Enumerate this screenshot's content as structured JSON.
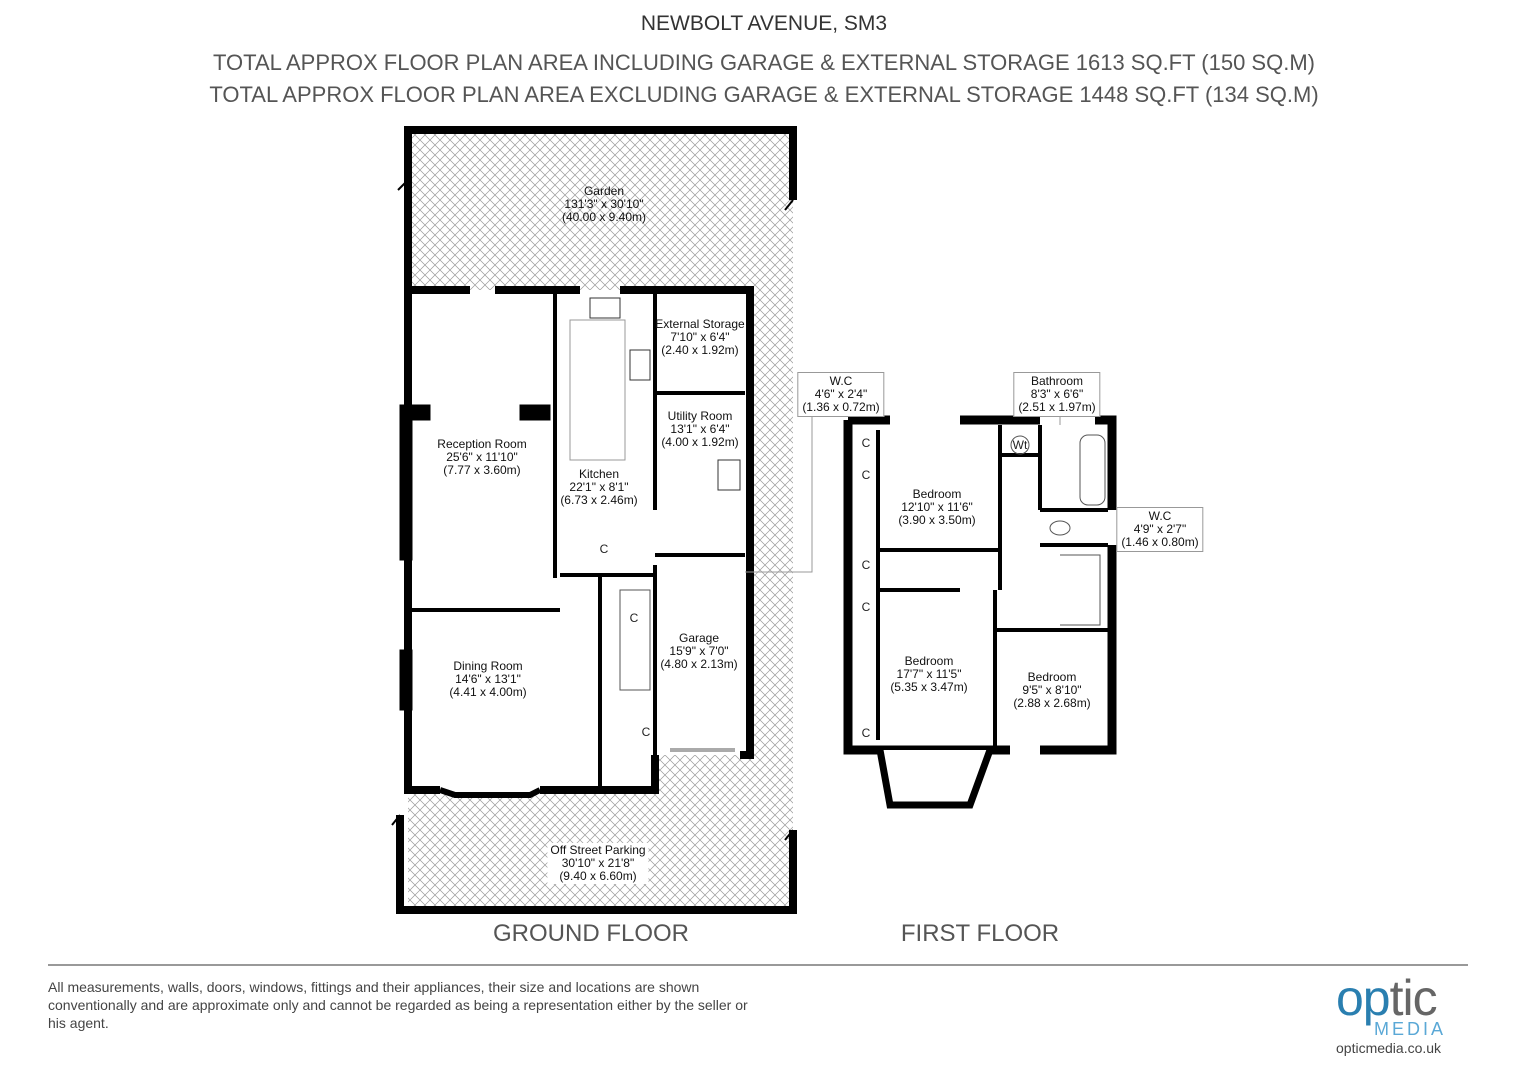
{
  "header": {
    "title": "NEWBOLT AVENUE, SM3",
    "area_including": "TOTAL APPROX FLOOR PLAN AREA INCLUDING GARAGE & EXTERNAL STORAGE 1613 SQ.FT (150 SQ.M)",
    "area_excluding": "TOTAL APPROX FLOOR PLAN AREA EXCLUDING GARAGE & EXTERNAL STORAGE 1448 SQ.FT (134 SQ.M)"
  },
  "ground_floor": {
    "label": "GROUND FLOOR",
    "rooms": [
      {
        "name": "Garden",
        "imperial": "131'3\" x 30'10\"",
        "metric": "(40.00 x 9.40m)"
      },
      {
        "name": "External Storage",
        "imperial": "7'10\" x 6'4\"",
        "metric": "(2.40 x 1.92m)"
      },
      {
        "name": "Utility Room",
        "imperial": "13'1\" x 6'4\"",
        "metric": "(4.00 x 1.92m)"
      },
      {
        "name": "Reception Room",
        "imperial": "25'6\" x 11'10\"",
        "metric": "(7.77 x 3.60m)"
      },
      {
        "name": "Kitchen",
        "imperial": "22'1\" x 8'1\"",
        "metric": "(6.73 x 2.46m)"
      },
      {
        "name": "Garage",
        "imperial": "15'9\" x 7'0\"",
        "metric": "(4.80 x 2.13m)"
      },
      {
        "name": "Dining Room",
        "imperial": "14'6\" x 13'1\"",
        "metric": "(4.41 x 4.00m)"
      },
      {
        "name": "Off Street Parking",
        "imperial": "30'10\" x 21'8\"",
        "metric": "(9.40 x 6.60m)"
      }
    ],
    "cupboard": "C"
  },
  "first_floor": {
    "label": "FIRST FLOOR",
    "rooms": [
      {
        "name": "W.C",
        "imperial": "4'6\" x 2'4\"",
        "metric": "(1.36 x 0.72m)"
      },
      {
        "name": "Bathroom",
        "imperial": "8'3\" x 6'6\"",
        "metric": "(2.51 x 1.97m)"
      },
      {
        "name": "Bedroom",
        "imperial": "12'10\" x 11'6\"",
        "metric": "(3.90 x 3.50m)"
      },
      {
        "name": "W.C",
        "imperial": "4'9\" x 2'7\"",
        "metric": "(1.46 x 0.80m)"
      },
      {
        "name": "Bedroom",
        "imperial": "17'7\" x 11'5\"",
        "metric": "(5.35 x 3.47m)"
      },
      {
        "name": "Bedroom",
        "imperial": "9'5\" x 8'10\"",
        "metric": "(2.88 x 2.68m)"
      }
    ],
    "wt": "Wt",
    "cupboard": "C"
  },
  "footer": {
    "disclaimer": "All measurements, walls, doors, windows, fittings and their appliances, their size and locations are shown conventionally and are approximate only and cannot be regarded as being a representation either by the seller or his agent.",
    "logo_optic_o": "op",
    "logo_optic_rest": "tic",
    "logo_media": "MEDIA",
    "url": "opticmedia.co.uk"
  }
}
